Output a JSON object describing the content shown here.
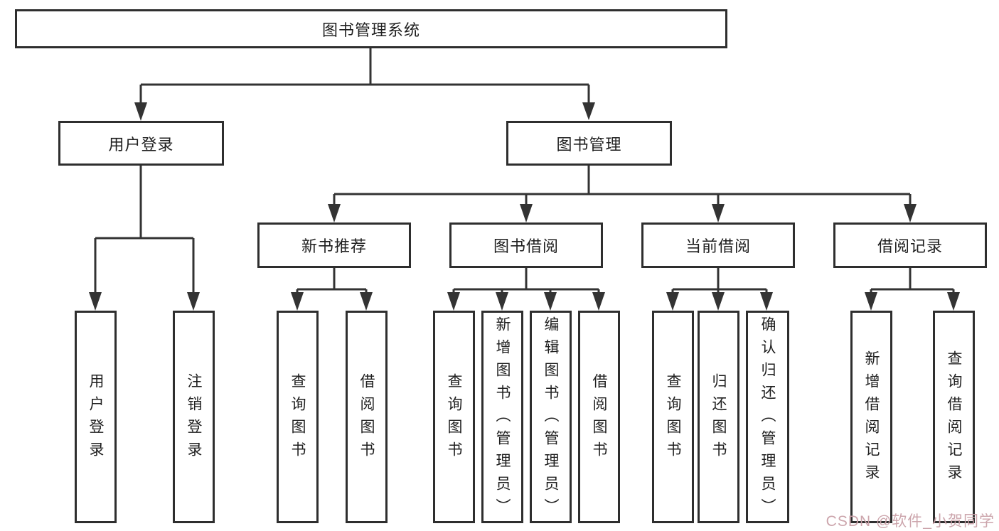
{
  "tree": {
    "root": "图书管理系统",
    "children": [
      {
        "label": "用户登录",
        "children": [
          {
            "label": "用户登录"
          },
          {
            "label": "注销登录"
          }
        ]
      },
      {
        "label": "图书管理",
        "children": [
          {
            "label": "新书推荐",
            "children": [
              {
                "label": "查询图书"
              },
              {
                "label": "借阅图书"
              }
            ]
          },
          {
            "label": "图书借阅",
            "children": [
              {
                "label": "查询图书"
              },
              {
                "label": "新增图书（管理员）"
              },
              {
                "label": "编辑图书（管理员）"
              },
              {
                "label": "借阅图书"
              }
            ]
          },
          {
            "label": "当前借阅",
            "children": [
              {
                "label": "查询图书"
              },
              {
                "label": "归还图书"
              },
              {
                "label": "确认归还（管理员）"
              }
            ]
          },
          {
            "label": "借阅记录",
            "children": [
              {
                "label": "新增借阅记录"
              },
              {
                "label": "查询借阅记录"
              }
            ]
          }
        ]
      }
    ]
  },
  "watermark": "CSDN @软件_小贺同学",
  "colors": {
    "line": "#333333",
    "box_border": "#2e2e2e",
    "text": "#1f1f1f",
    "watermark": "#c9a0a8",
    "background": "#ffffff"
  }
}
